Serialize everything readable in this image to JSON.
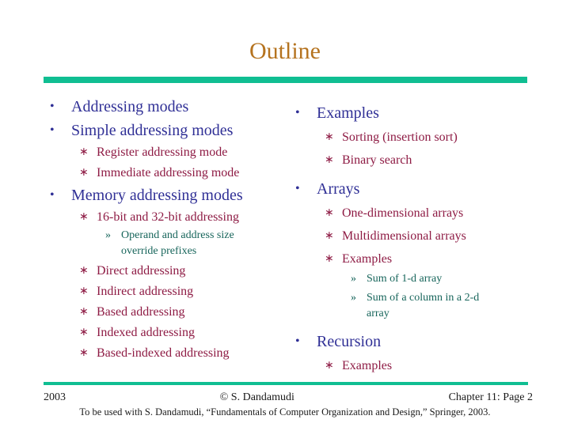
{
  "slide": {
    "title": "Outline",
    "bullets": {
      "level1": "•",
      "level2": "∗",
      "level3": "»"
    },
    "colors": {
      "title": "#B5731F",
      "rule": "#10BE92",
      "level1_text": "#303096",
      "level2_text": "#8E1B44",
      "level3_text": "#17655B",
      "footer_text": "#1A1A1A"
    },
    "columns": {
      "left": [
        {
          "level": 1,
          "text": "Addressing modes"
        },
        {
          "level": 1,
          "text": "Simple addressing modes"
        },
        {
          "level": 2,
          "text": "Register addressing mode"
        },
        {
          "level": 2,
          "text": "Immediate addressing mode"
        },
        {
          "level": 1,
          "text": "Memory addressing modes"
        },
        {
          "level": 2,
          "text": "16-bit and 32-bit addressing"
        },
        {
          "level": 3,
          "text": "Operand and address size\noverride prefixes"
        },
        {
          "level": 2,
          "text": "Direct addressing"
        },
        {
          "level": 2,
          "text": "Indirect addressing"
        },
        {
          "level": 2,
          "text": "Based addressing"
        },
        {
          "level": 2,
          "text": "Indexed addressing"
        },
        {
          "level": 2,
          "text": "Based-indexed addressing"
        }
      ],
      "right": [
        {
          "level": 1,
          "text": "Examples"
        },
        {
          "level": 2,
          "text": "Sorting (insertion sort)"
        },
        {
          "level": 2,
          "text": "Binary search"
        },
        {
          "level": 1,
          "text": "Arrays"
        },
        {
          "level": 2,
          "text": "One-dimensional arrays"
        },
        {
          "level": 2,
          "text": "Multidimensional arrays"
        },
        {
          "level": 2,
          "text": "Examples"
        },
        {
          "level": 3,
          "text": "Sum of 1-d array"
        },
        {
          "level": 3,
          "text": "Sum of a column in a 2-d\narray"
        },
        {
          "level": 1,
          "text": "Recursion"
        },
        {
          "level": 2,
          "text": "Examples"
        }
      ]
    },
    "footer": {
      "year": "2003",
      "copyright": "© S. Dandamudi",
      "chapter": "Chapter 11: Page 2",
      "attribution": "To be used with S. Dandamudi, “Fundamentals of Computer Organization and Design,” Springer, 2003."
    }
  }
}
